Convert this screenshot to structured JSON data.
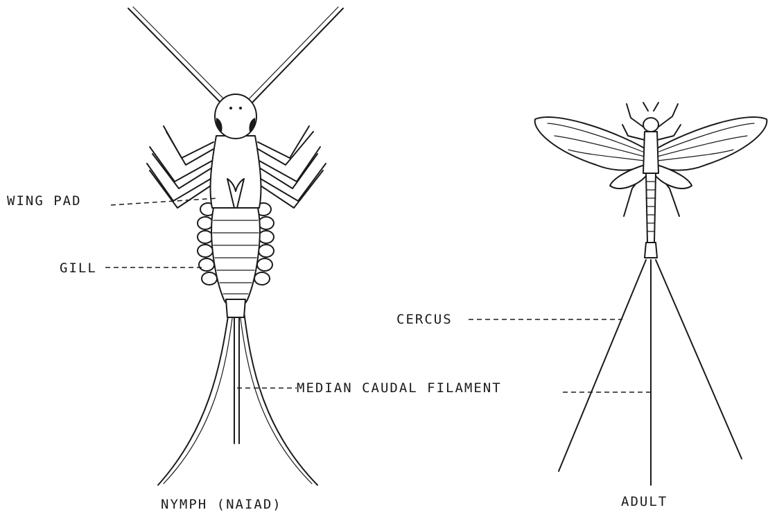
{
  "labels": {
    "wing_pad": "WING PAD",
    "gill": "GILL",
    "cercus": "CERCUS",
    "median_caudal_filament": "MEDIAN CAUDAL FILAMENT",
    "nymph_caption": "NYMPH (NAIAD)",
    "adult_caption": "ADULT"
  },
  "colors": {
    "ink": "#1a1a1a",
    "paper": "#ffffff"
  }
}
